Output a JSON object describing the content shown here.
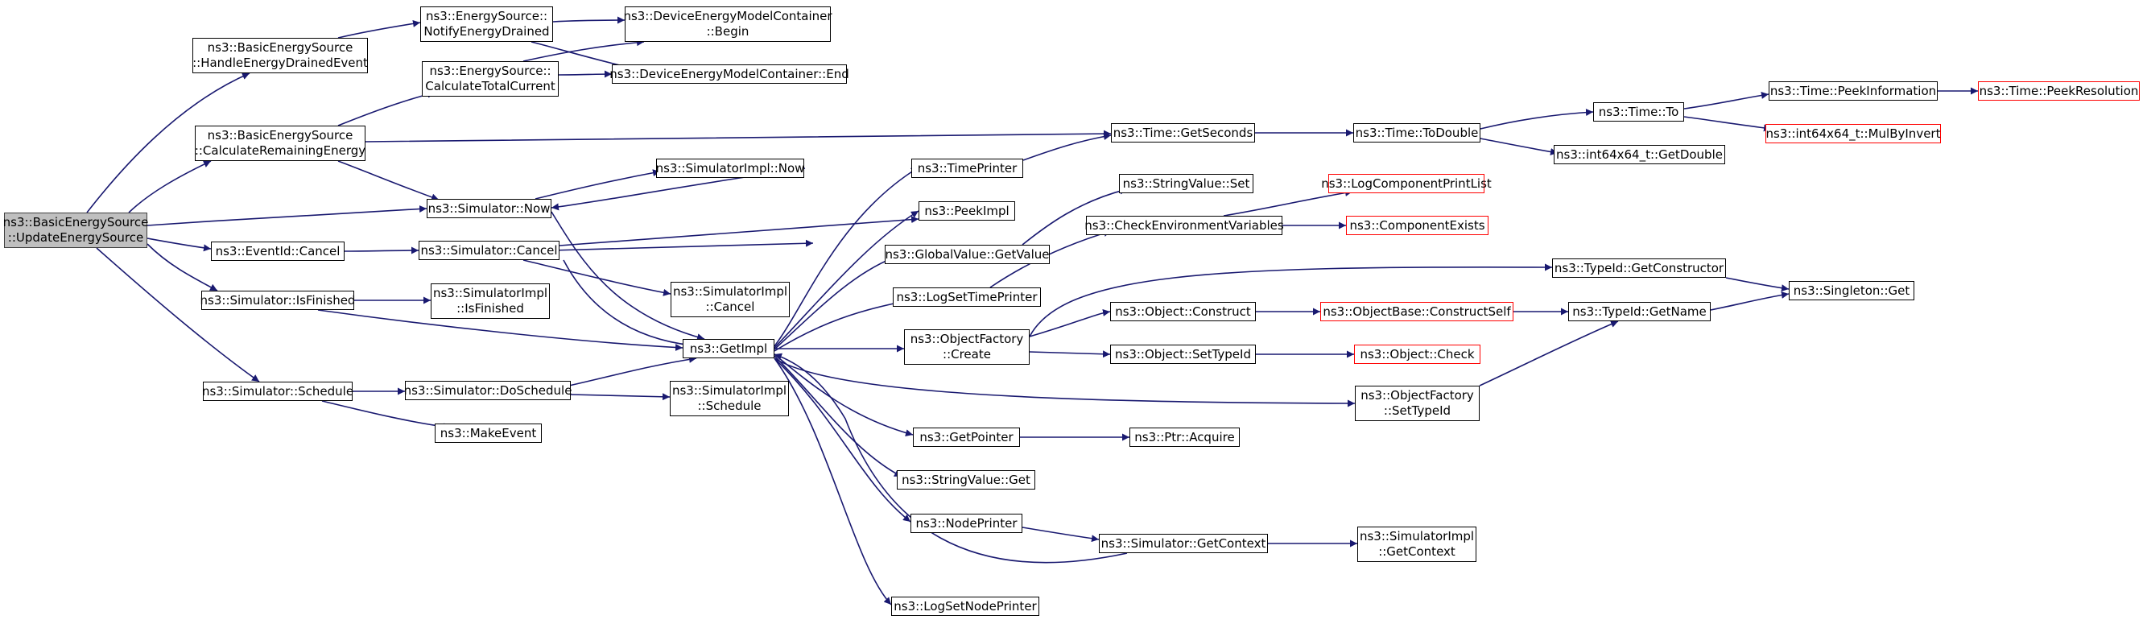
{
  "diagram": {
    "colors": {
      "edge": "#191970",
      "root_fill": "#bfbfbf",
      "highlight_border": "#ff0000"
    },
    "nodes": {
      "root": {
        "lines": [
          "ns3::BasicEnergySource",
          "::UpdateEnergySource"
        ]
      },
      "handleDrained": {
        "lines": [
          "ns3::BasicEnergySource",
          "::HandleEnergyDrainedEvent"
        ]
      },
      "calcRemaining": {
        "lines": [
          "ns3::BasicEnergySource",
          "::CalculateRemainingEnergy"
        ]
      },
      "eventCancel": {
        "lines": [
          "ns3::EventId::Cancel"
        ]
      },
      "simIsFinished": {
        "lines": [
          "ns3::Simulator::IsFinished"
        ]
      },
      "simSchedule": {
        "lines": [
          "ns3::Simulator::Schedule"
        ]
      },
      "notifyDrained": {
        "lines": [
          "ns3::EnergySource::",
          "NotifyEnergyDrained"
        ]
      },
      "calcTotalCurrent": {
        "lines": [
          "ns3::EnergySource::",
          "CalculateTotalCurrent"
        ]
      },
      "simNow": {
        "lines": [
          "ns3::Simulator::Now"
        ]
      },
      "simCancel": {
        "lines": [
          "ns3::Simulator::Cancel"
        ]
      },
      "simImplIsFinished": {
        "lines": [
          "ns3::SimulatorImpl",
          "::IsFinished"
        ]
      },
      "simDoSchedule": {
        "lines": [
          "ns3::Simulator::DoSchedule"
        ]
      },
      "makeEvent": {
        "lines": [
          "ns3::MakeEvent"
        ]
      },
      "demcBegin": {
        "lines": [
          "ns3::DeviceEnergyModelContainer",
          "::Begin"
        ]
      },
      "demcEnd": {
        "lines": [
          "ns3::DeviceEnergyModelContainer::End"
        ]
      },
      "simImplNow": {
        "lines": [
          "ns3::SimulatorImpl::Now"
        ]
      },
      "simImplCancel": {
        "lines": [
          "ns3::SimulatorImpl",
          "::Cancel"
        ]
      },
      "getImpl": {
        "lines": [
          "ns3::GetImpl"
        ]
      },
      "simImplSchedule": {
        "lines": [
          "ns3::SimulatorImpl",
          "::Schedule"
        ]
      },
      "timePrinter": {
        "lines": [
          "ns3::TimePrinter"
        ]
      },
      "peekImpl": {
        "lines": [
          "ns3::PeekImpl"
        ]
      },
      "gvGetValue": {
        "lines": [
          "ns3::GlobalValue::GetValue"
        ]
      },
      "logSetTimePrinter": {
        "lines": [
          "ns3::LogSetTimePrinter"
        ]
      },
      "ofCreate": {
        "lines": [
          "ns3::ObjectFactory",
          "::Create"
        ]
      },
      "getPointer": {
        "lines": [
          "ns3::GetPointer"
        ]
      },
      "svGet": {
        "lines": [
          "ns3::StringValue::Get"
        ]
      },
      "nodePrinter": {
        "lines": [
          "ns3::NodePrinter"
        ]
      },
      "logSetNodePrinter": {
        "lines": [
          "ns3::LogSetNodePrinter"
        ]
      },
      "timeGetSeconds": {
        "lines": [
          "ns3::Time::GetSeconds"
        ]
      },
      "svSet": {
        "lines": [
          "ns3::StringValue::Set"
        ]
      },
      "checkEnv": {
        "lines": [
          "ns3::CheckEnvironmentVariables"
        ]
      },
      "objConstruct": {
        "lines": [
          "ns3::Object::Construct"
        ]
      },
      "objSetTypeId": {
        "lines": [
          "ns3::Object::SetTypeId"
        ]
      },
      "ptrAcquire": {
        "lines": [
          "ns3::Ptr::Acquire"
        ]
      },
      "simGetContext": {
        "lines": [
          "ns3::Simulator::GetContext"
        ]
      },
      "logCompPrintList": {
        "lines": [
          "ns3::LogComponentPrintList"
        ]
      },
      "compExists": {
        "lines": [
          "ns3::ComponentExists"
        ]
      },
      "obConstructSelf": {
        "lines": [
          "ns3::ObjectBase::ConstructSelf"
        ]
      },
      "objCheck": {
        "lines": [
          "ns3::Object::Check"
        ]
      },
      "timeToDouble": {
        "lines": [
          "ns3::Time::ToDouble"
        ]
      },
      "ofSetTypeId": {
        "lines": [
          "ns3::ObjectFactory",
          "::SetTypeId"
        ]
      },
      "simImplGetContext": {
        "lines": [
          "ns3::SimulatorImpl",
          "::GetContext"
        ]
      },
      "timeTo": {
        "lines": [
          "ns3::Time::To"
        ]
      },
      "int64GetDouble": {
        "lines": [
          "ns3::int64x64_t::GetDouble"
        ]
      },
      "typeIdGetConstructor": {
        "lines": [
          "ns3::TypeId::GetConstructor"
        ]
      },
      "typeIdGetName": {
        "lines": [
          "ns3::TypeId::GetName"
        ]
      },
      "timePeekInfo": {
        "lines": [
          "ns3::Time::PeekInformation"
        ]
      },
      "int64MulByInvert": {
        "lines": [
          "ns3::int64x64_t::MulByInvert"
        ]
      },
      "singletonGet": {
        "lines": [
          "ns3::Singleton::Get"
        ]
      },
      "timePeekResolution": {
        "lines": [
          "ns3::Time::PeekResolution"
        ]
      }
    }
  }
}
